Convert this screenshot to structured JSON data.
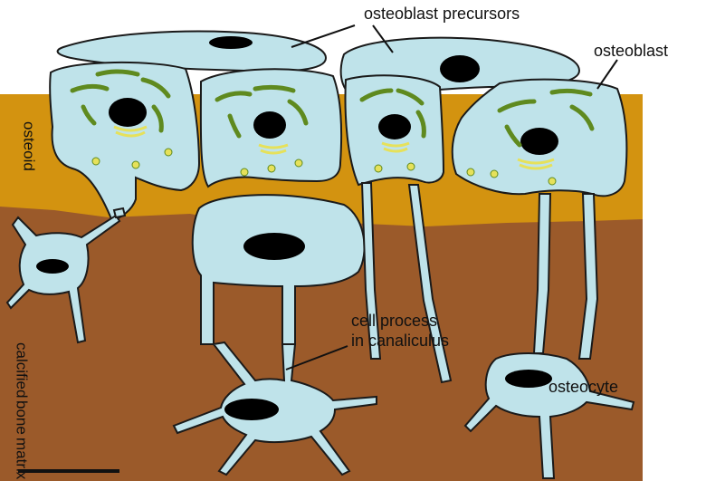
{
  "labels": {
    "osteoblast_precursors": "osteoblast precursors",
    "osteoblast": "osteoblast",
    "osteoid": "osteoid",
    "calcified_bone_matrix": [
      "calcified",
      "bone",
      "matrix"
    ],
    "cell_process_line1": "cell process",
    "cell_process_line2": "in canaliculus",
    "osteocyte": "osteocyte"
  },
  "colors": {
    "cell": "#bfe3ea",
    "cell_outline": "#1a1a1a",
    "osteoid": "#d39310",
    "bone_matrix": "#9b5a2a",
    "nucleus": "#000000",
    "organelle_green": "#5f8a1f",
    "golgi_yellow": "#e6e15a"
  }
}
